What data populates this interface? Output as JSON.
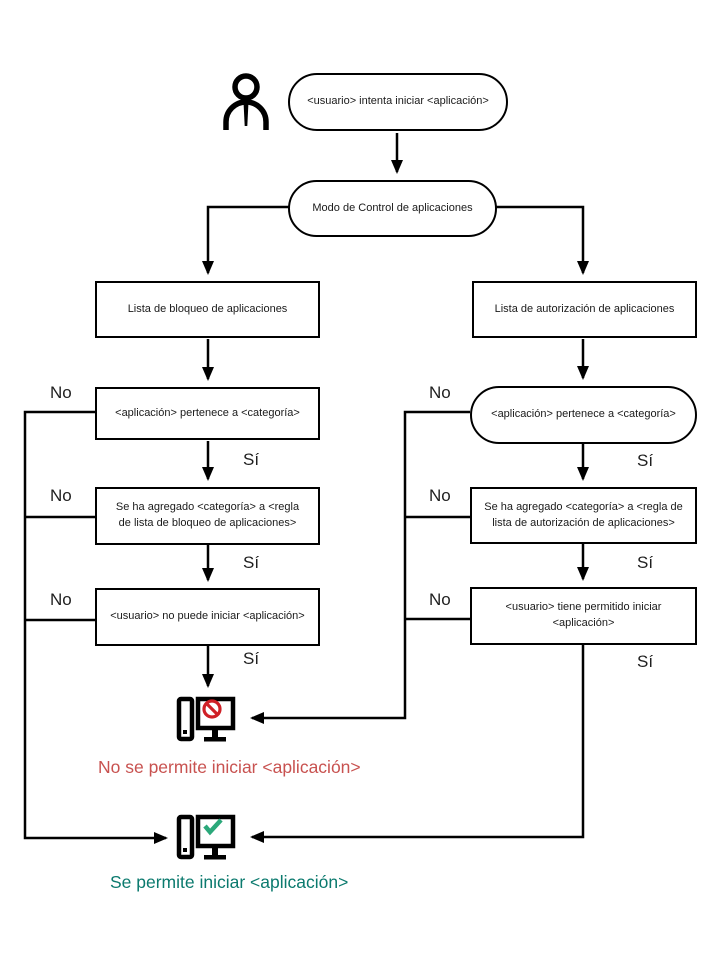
{
  "nodes": {
    "start": {
      "label": "<usuario> intenta iniciar <aplicación>"
    },
    "mode": {
      "label": "Modo de Control de aplicaciones"
    },
    "denylist": {
      "label": "Lista de bloqueo de aplicaciones"
    },
    "allowlist": {
      "label": "Lista de autorización de aplicaciones"
    },
    "deny_category": {
      "label": "<aplicación> pertenece a <categoría>"
    },
    "allow_category": {
      "label": "<aplicación> pertenece a <categoría>"
    },
    "deny_rule": {
      "label": "Se ha agregado  <categoría> a <regla de lista de bloqueo de aplicaciones>"
    },
    "allow_rule": {
      "label": "Se ha agregado <categoría> a <regla de lista de autorización de aplicaciones>"
    },
    "deny_user": {
      "label": "<usuario> no puede iniciar <aplicación>"
    },
    "allow_user": {
      "label": "<usuario> tiene permitido iniciar <aplicación>"
    }
  },
  "edge_labels": {
    "no": "No",
    "si": "Sí"
  },
  "outcomes": {
    "blocked": {
      "label": "No se permite iniciar <aplicación>",
      "color": "#c85250"
    },
    "allowed": {
      "label": "Se permite iniciar <aplicación>",
      "color": "#0b7a6e"
    }
  },
  "icons": {
    "user": "user-icon",
    "computer_blocked": "computer-blocked-icon",
    "computer_allowed": "computer-allowed-icon"
  },
  "colors": {
    "line": "#000000",
    "blocked_sign": "#cf2026",
    "allowed_check": "#2ba87a"
  }
}
